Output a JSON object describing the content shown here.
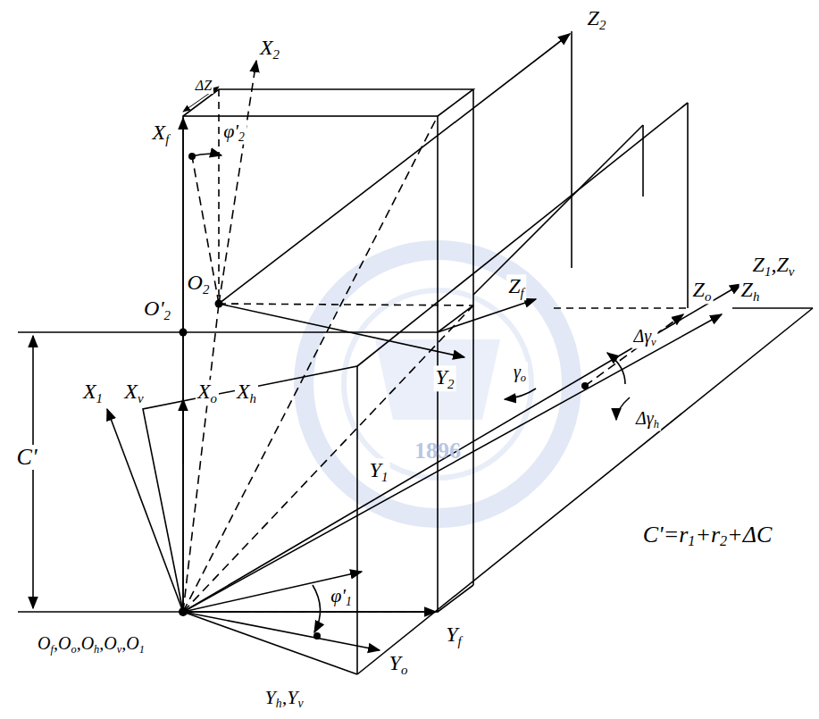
{
  "diagram": {
    "labels": [
      "ΔZ",
      "X2",
      "Xf",
      "φ'2",
      "Z2",
      "O2",
      "O'2",
      "Zf",
      "Z1,Zv",
      "Zo",
      "Zh",
      "Y2",
      "γo",
      "Δγv",
      "Δγh",
      "C'",
      "X1",
      "Xv",
      "Xo",
      "Xh",
      "Y1",
      "φ'1",
      "Of,Oo,Oh,Ov,O1",
      "Yf",
      "Yo",
      "Yh,Yv",
      "C'=r1+r2+ΔC",
      "1896"
    ]
  }
}
